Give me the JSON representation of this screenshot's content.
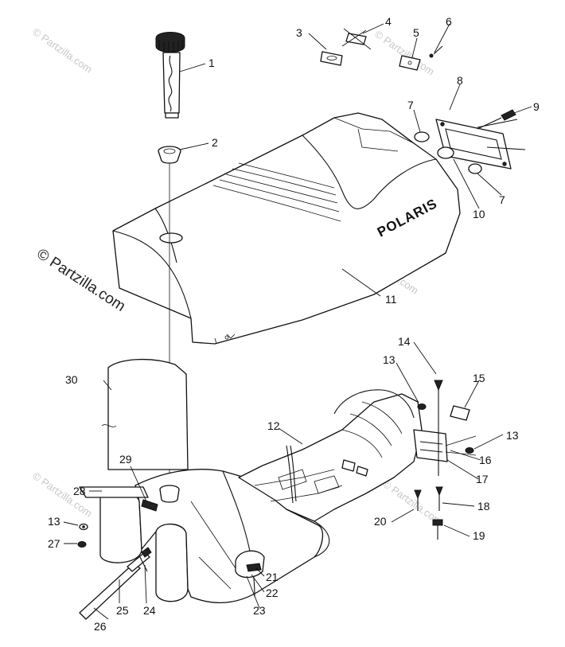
{
  "watermarks": {
    "main": "© Partzilla.com",
    "faint": "© Partzilla.com"
  },
  "seat_brand": "POLARIS",
  "callouts": {
    "c1": "1",
    "c2": "2",
    "c3": "3",
    "c4": "4",
    "c5": "5",
    "c6": "6",
    "c7a": "7",
    "c7b": "7",
    "c8": "8",
    "c9": "9",
    "c10": "10",
    "c11": "11",
    "c12": "12",
    "c13a": "13",
    "c13b": "13",
    "c13c": "13",
    "c14": "14",
    "c15": "15",
    "c16": "16",
    "c17": "17",
    "c18": "18",
    "c19": "19",
    "c20": "20",
    "c21": "21",
    "c22": "22",
    "c23": "23",
    "c24": "24",
    "c25": "25",
    "c26": "26",
    "c27": "27",
    "c28": "28",
    "c29": "29",
    "c30": "30"
  }
}
